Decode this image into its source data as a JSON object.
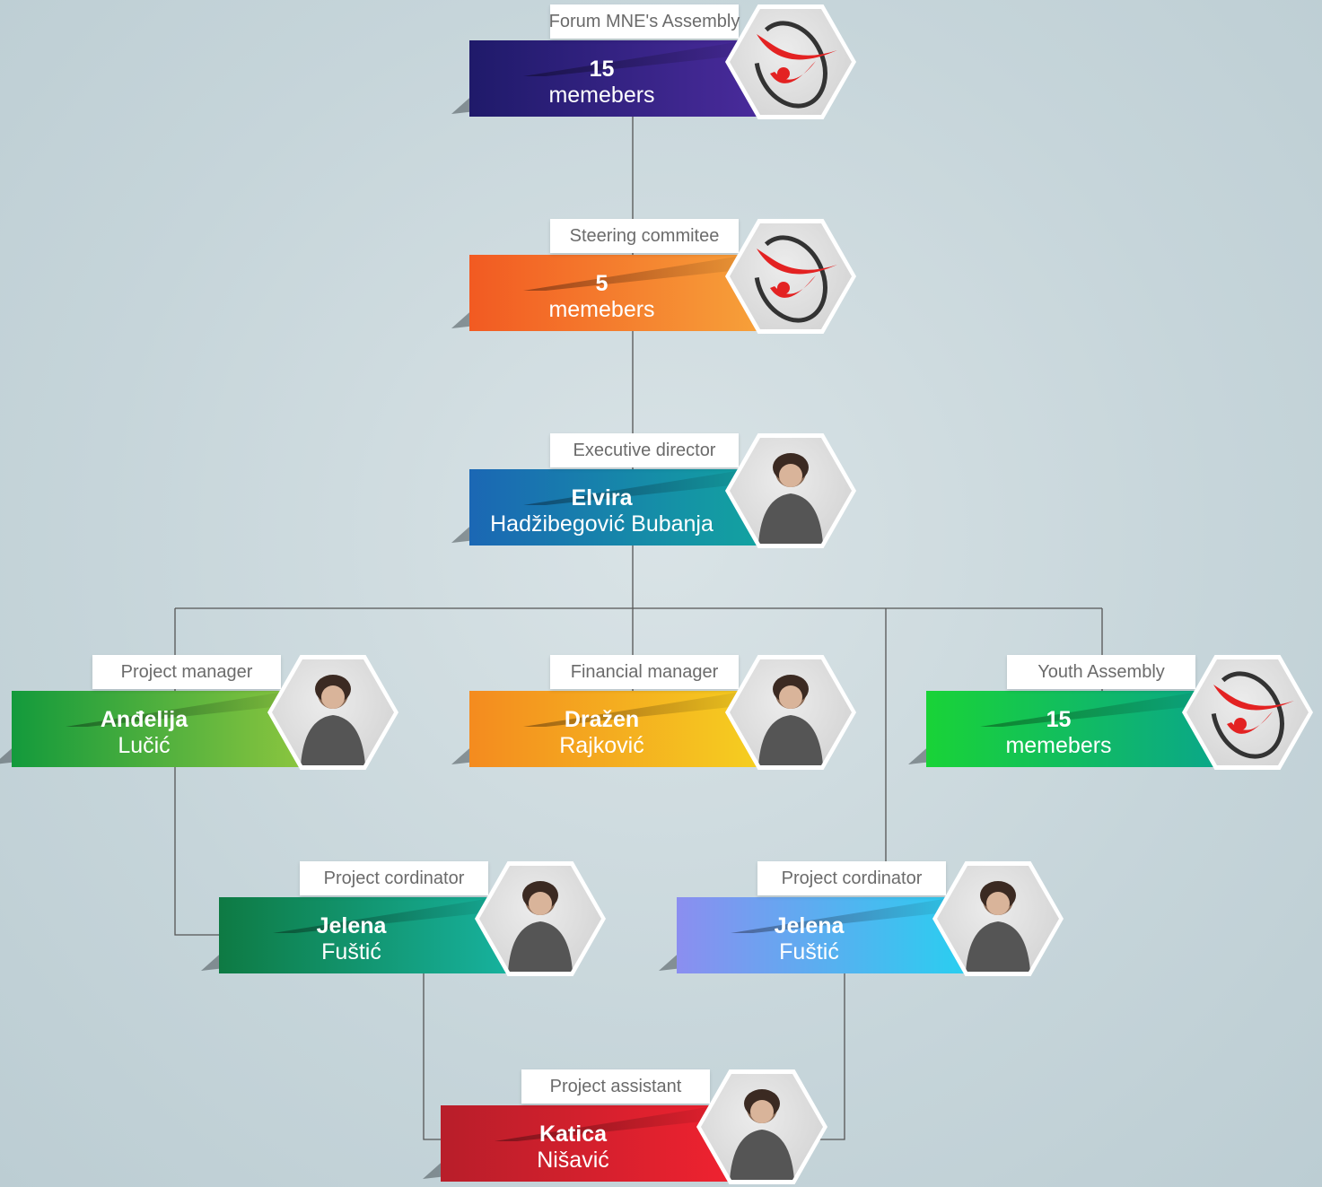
{
  "nodes": {
    "assembly": {
      "role": "Forum MNE's Assembly",
      "line1": "15",
      "line2": "memebers",
      "color_from": "#1f1a6a",
      "color_to": "#4a2b9c",
      "avatar": "logo-icon"
    },
    "steering": {
      "role": "Steering commitee",
      "line1": "5",
      "line2": "memebers",
      "color_from": "#f25a22",
      "color_to": "#f7a23a",
      "avatar": "logo-icon"
    },
    "executive": {
      "role": "Executive director",
      "line1": "Elvira",
      "line2": "Hadžibegović Bubanja",
      "color_from": "#1b67b4",
      "color_to": "#12a4a0",
      "avatar": "person-photo"
    },
    "pm": {
      "role": "Project manager",
      "line1": "Anđelija",
      "line2": "Lučić",
      "color_from": "#139a3c",
      "color_to": "#8dc63f",
      "avatar": "person-photo"
    },
    "fm": {
      "role": "Financial manager",
      "line1": "Dražen",
      "line2": "Rajković",
      "color_from": "#f48b1f",
      "color_to": "#f5d020",
      "avatar": "person-photo"
    },
    "youth": {
      "role": "Youth Assembly",
      "line1": "15",
      "line2": "memebers",
      "color_from": "#19d337",
      "color_to": "#0aa68a",
      "avatar": "logo-icon"
    },
    "coord1": {
      "role": "Project cordinator",
      "line1": "Jelena",
      "line2": "Fuštić",
      "color_from": "#0e7a43",
      "color_to": "#17b3a0",
      "avatar": "person-photo"
    },
    "coord2": {
      "role": "Project cordinator",
      "line1": "Jelena",
      "line2": "Fuštić",
      "color_from": "#8b8ef0",
      "color_to": "#27d0f0",
      "avatar": "person-photo"
    },
    "assistant": {
      "role": "Project assistant",
      "line1": "Katica",
      "line2": "Nišavić",
      "color_from": "#b81e2a",
      "color_to": "#f02230",
      "avatar": "person-photo"
    }
  },
  "colors": {
    "connector": "#555555",
    "logo_red": "#e32222",
    "logo_dark": "#333333"
  }
}
